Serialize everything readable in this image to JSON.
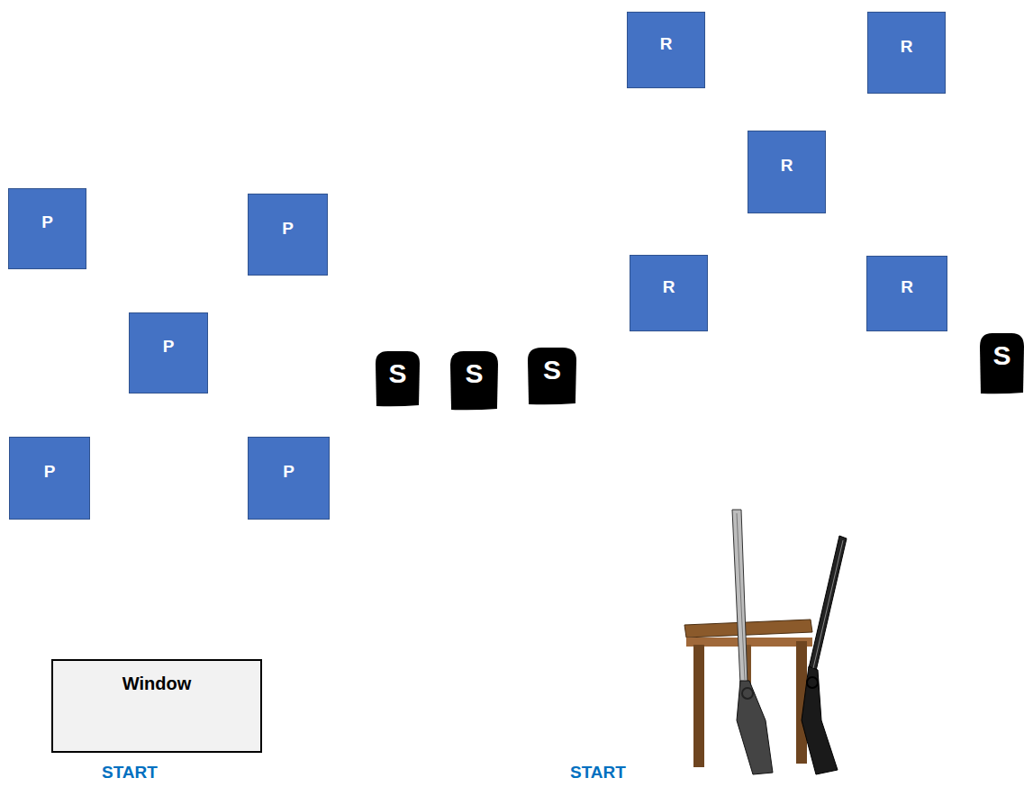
{
  "diagram": {
    "nodes": [
      {
        "text": [
          "R"
        ]
      },
      {
        "text": [
          "R"
        ]
      },
      {
        "text": [
          "R"
        ]
      },
      {
        "text": [
          "P"
        ]
      },
      {
        "text": [
          "P"
        ]
      },
      {
        "text": [
          "R"
        ]
      },
      {
        "text": [
          "R"
        ]
      },
      {
        "text": [
          "P"
        ]
      },
      {
        "text": [
          "S"
        ]
      },
      {
        "text": [
          "S"
        ]
      },
      {
        "text": [
          "S"
        ]
      },
      {
        "text": [
          "S"
        ]
      },
      {
        "text": [
          "P"
        ]
      },
      {
        "text": [
          "P"
        ]
      },
      {
        "text": [
          "Window"
        ]
      }
    ],
    "labels": [
      "START",
      "START"
    ]
  }
}
